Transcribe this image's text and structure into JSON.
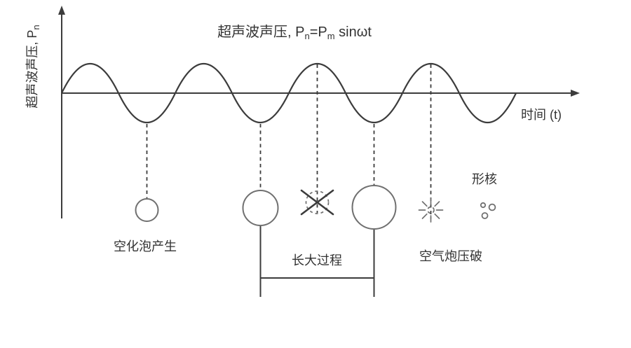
{
  "diagram": {
    "title_parts": {
      "p1": "超声波声压, P",
      "sub1": "n",
      "p2": "=P",
      "sub2": "m",
      "p3": " sinωt"
    },
    "y_axis": {
      "p1": "超声波声压, P",
      "sub": "n"
    },
    "x_axis_label": "时间 (t)",
    "annotations": {
      "bubble_generation": "空化泡产生",
      "growth_process": "长大过程",
      "bubble_burst": "空气炮压破",
      "nucleation": "形核"
    },
    "colors": {
      "line": "#3c3c3c",
      "bubble_stroke": "#707070",
      "text": "#333333",
      "background": "#ffffff"
    }
  }
}
